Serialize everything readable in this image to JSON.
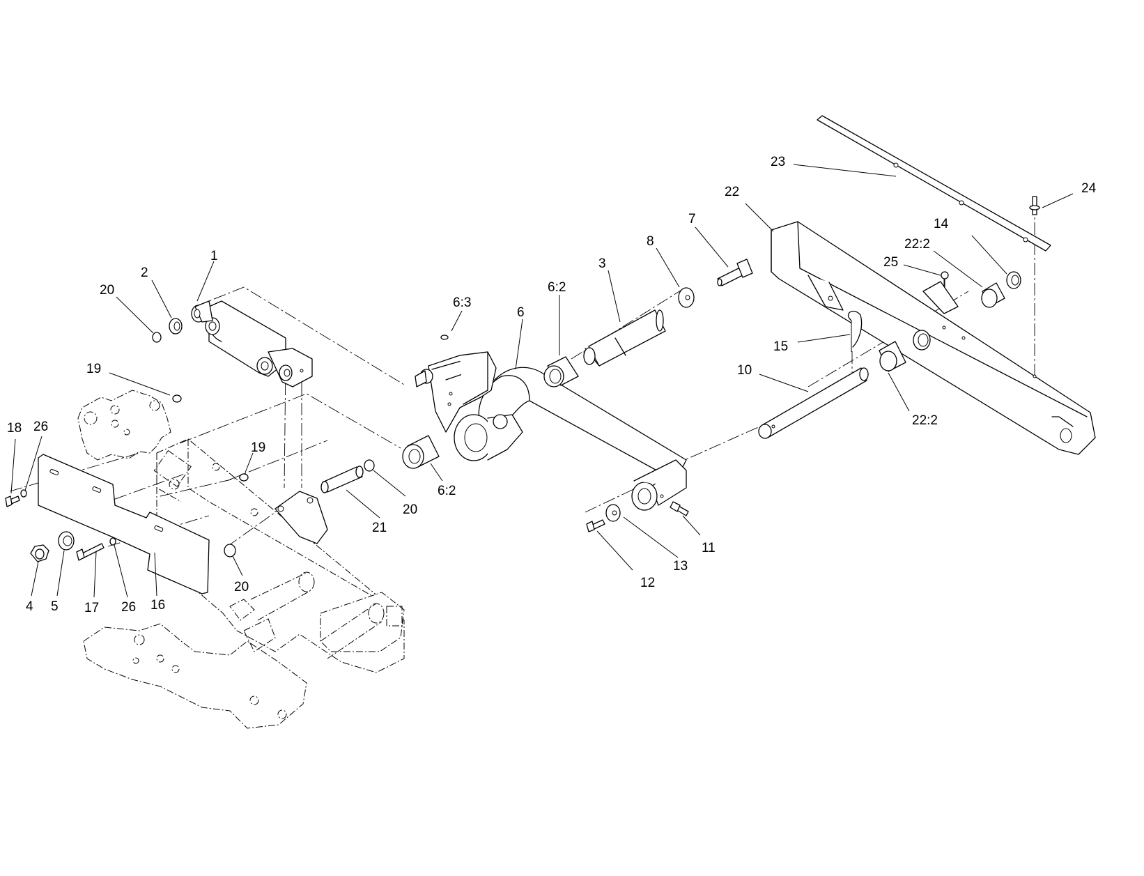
{
  "diagram": {
    "callouts": [
      {
        "id": "c1",
        "text": "1"
      },
      {
        "id": "c2",
        "text": "2"
      },
      {
        "id": "c3",
        "text": "3"
      },
      {
        "id": "c4",
        "text": "4"
      },
      {
        "id": "c5",
        "text": "5"
      },
      {
        "id": "c6",
        "text": "6"
      },
      {
        "id": "c6_2a",
        "text": "6:2"
      },
      {
        "id": "c6_2b",
        "text": "6:2"
      },
      {
        "id": "c6_3",
        "text": "6:3"
      },
      {
        "id": "c7",
        "text": "7"
      },
      {
        "id": "c8",
        "text": "8"
      },
      {
        "id": "c10",
        "text": "10"
      },
      {
        "id": "c11",
        "text": "11"
      },
      {
        "id": "c12",
        "text": "12"
      },
      {
        "id": "c13",
        "text": "13"
      },
      {
        "id": "c14",
        "text": "14"
      },
      {
        "id": "c15",
        "text": "15"
      },
      {
        "id": "c16",
        "text": "16"
      },
      {
        "id": "c17",
        "text": "17"
      },
      {
        "id": "c18",
        "text": "18"
      },
      {
        "id": "c19a",
        "text": "19"
      },
      {
        "id": "c19b",
        "text": "19"
      },
      {
        "id": "c20a",
        "text": "20"
      },
      {
        "id": "c20b",
        "text": "20"
      },
      {
        "id": "c20c",
        "text": "20"
      },
      {
        "id": "c21",
        "text": "21"
      },
      {
        "id": "c22",
        "text": "22"
      },
      {
        "id": "c22_2a",
        "text": "22:2"
      },
      {
        "id": "c22_2b",
        "text": "22:2"
      },
      {
        "id": "c23",
        "text": "23"
      },
      {
        "id": "c24",
        "text": "24"
      },
      {
        "id": "c25",
        "text": "25"
      },
      {
        "id": "c26a",
        "text": "26"
      },
      {
        "id": "c26b",
        "text": "26"
      }
    ]
  }
}
